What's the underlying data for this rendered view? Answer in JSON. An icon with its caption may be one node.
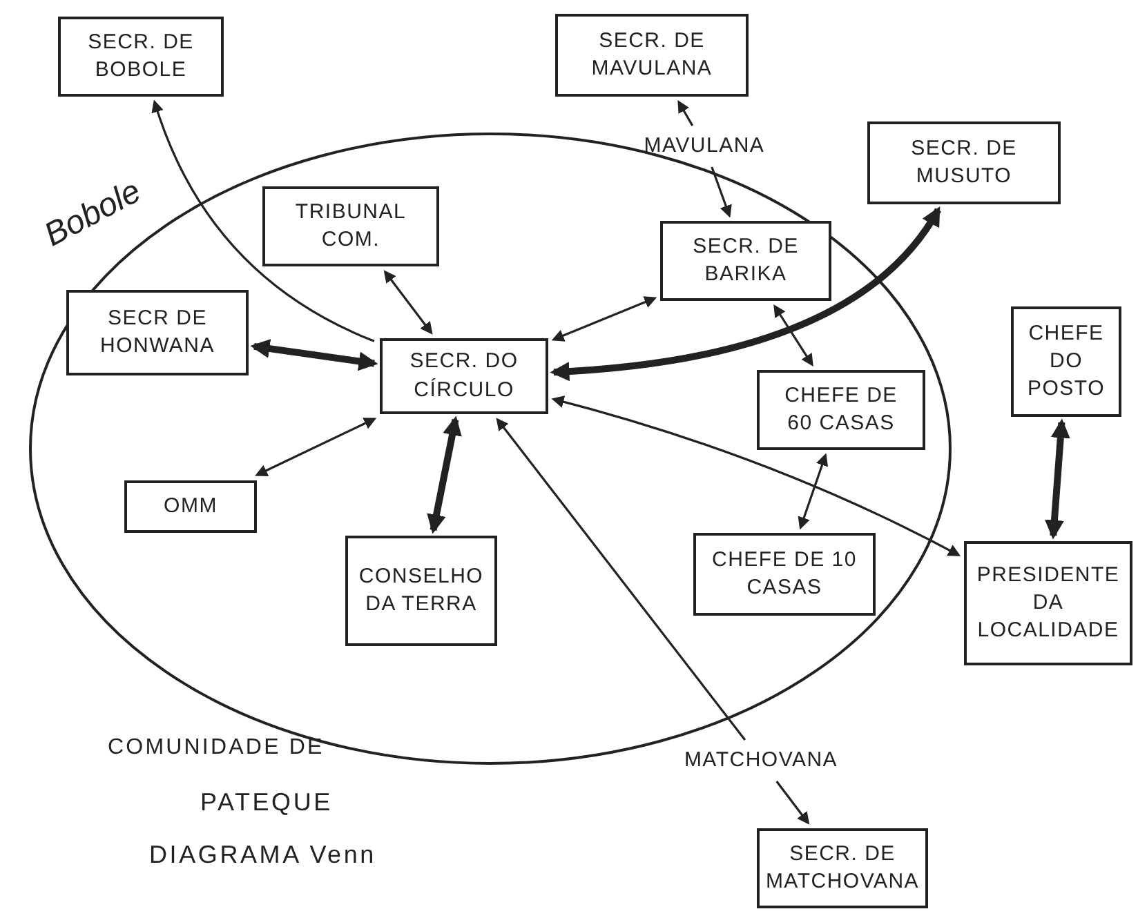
{
  "diagram": {
    "nodes": [
      {
        "text": [
          "Bobole"
        ]
      },
      {
        "text": [
          "SECR. DE BOBOLE"
        ]
      },
      {
        "text": [
          "SECR. DE MAVULANA"
        ]
      },
      {
        "text": [
          "MAVULANA"
        ]
      },
      {
        "text": [
          "SECR. DE MUSUTO"
        ]
      },
      {
        "text": [
          "TRIBUNAL COM."
        ],
        "in": 0
      },
      {
        "text": [
          "SECR. DE BARIKA"
        ],
        "in": 0
      },
      {
        "text": [
          "SECR DE HONWANA"
        ],
        "in": 0
      },
      {
        "text": [
          "SECR. DO CÍRCULO"
        ],
        "in": 0
      },
      {
        "text": [
          "CHEFE DE 60 CASAS"
        ],
        "in": 0
      },
      {
        "text": [
          "CHEFE DO POSTO"
        ]
      },
      {
        "text": [
          "OMM"
        ],
        "in": 0
      },
      {
        "text": [
          "CONSELHO DA TERRA"
        ],
        "in": 0
      },
      {
        "text": [
          "CHEFE DE 10 CASAS"
        ],
        "in": 0
      },
      {
        "text": [
          "PRESIDENTE DA LOCALIDADE"
        ]
      },
      {
        "text": [
          "MATCHOVANA"
        ]
      },
      {
        "text": [
          "SECR. DE MATCHOVANA"
        ]
      }
    ],
    "edges": [
      {
        "from": 8,
        "to": 1,
        "arrow": "to"
      },
      {
        "from": 3,
        "to": 2,
        "arrow": "to"
      },
      {
        "from": 3,
        "to": 6,
        "arrow": "to"
      },
      {
        "from": 5,
        "to": 8,
        "arrow": "both"
      },
      {
        "from": 6,
        "to": 8,
        "arrow": "both"
      },
      {
        "from": 4,
        "to": 8,
        "arrow": "both",
        "style": "thick"
      },
      {
        "from": 7,
        "to": 8,
        "arrow": "both",
        "style": "thick"
      },
      {
        "from": 11,
        "to": 8,
        "arrow": "both"
      },
      {
        "from": 12,
        "to": 8,
        "arrow": "both",
        "style": "thick"
      },
      {
        "from": 6,
        "to": 9,
        "arrow": "both"
      },
      {
        "from": 9,
        "to": 13,
        "arrow": "both"
      },
      {
        "from": 10,
        "to": 14,
        "arrow": "both",
        "style": "thick"
      },
      {
        "from": 8,
        "to": 14,
        "arrow": "both"
      },
      {
        "from": 15,
        "to": 8,
        "arrow": "to"
      },
      {
        "from": 15,
        "to": 16,
        "arrow": "to"
      }
    ],
    "labels": [
      "COMUNIDADE DE",
      "PATEQUE",
      "DIAGRAMA Venn"
    ]
  }
}
